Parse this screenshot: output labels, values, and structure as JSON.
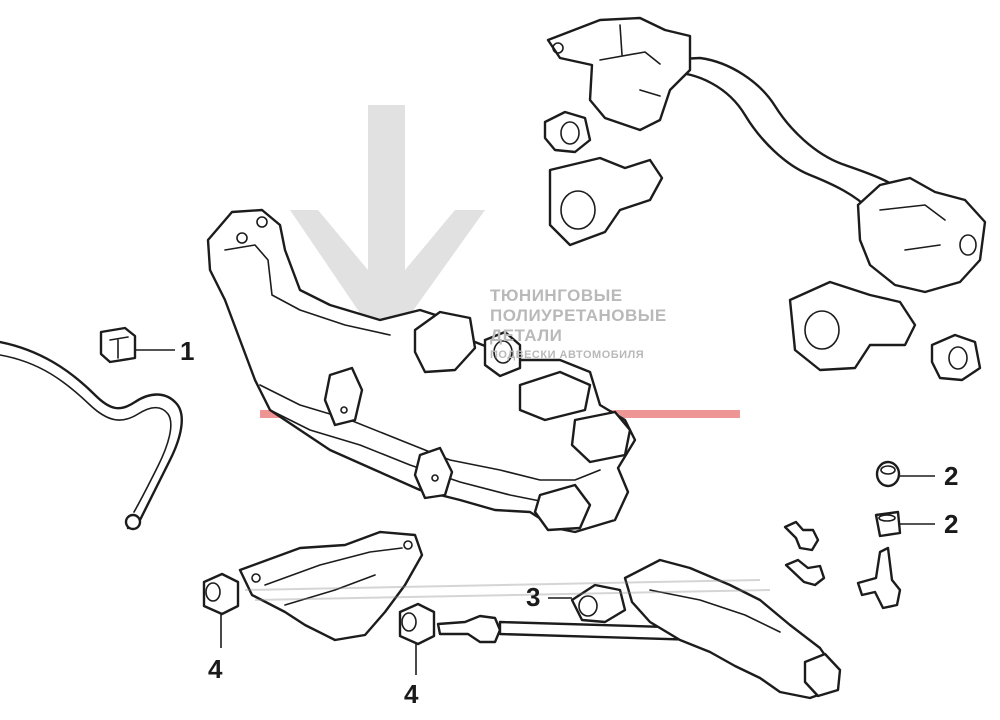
{
  "watermark": {
    "line1": "ТЮНИНГОВЫЕ",
    "line2": "ПОЛИУРЕТАНОВЫЕ",
    "line3": "ДЕТАЛИ",
    "line4": "ПОДВЕСКИ АВТОМОБИЛЯ",
    "arrow_color": "#c8c8c8",
    "stripe_color": "#e04040"
  },
  "callouts": {
    "c1": "1",
    "c2a": "2",
    "c2b": "2",
    "c3": "3",
    "c4a": "4",
    "c4b": "4"
  }
}
